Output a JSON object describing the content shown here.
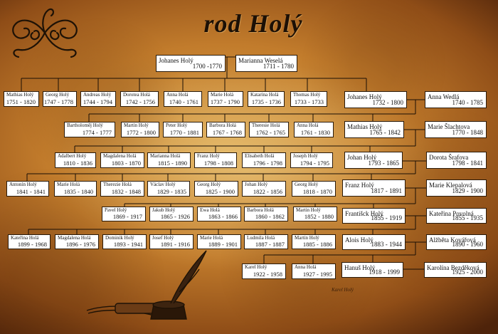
{
  "title": "rod Holý",
  "signature": "Karel Holý",
  "persons": [
    {
      "id": "johanes-1700",
      "name": "Johanes  Holý",
      "dates": "1700 -1770"
    },
    {
      "id": "marianna-wesela",
      "name": "Marianna Weselá",
      "dates": "1711 - 1780"
    },
    {
      "id": "mathias-1751",
      "name": "Mathias Holý",
      "dates": "1751 - 1820"
    },
    {
      "id": "georg-1747",
      "name": "Georg Holý",
      "dates": "1747 - 1778"
    },
    {
      "id": "andreas-1744",
      "name": "Andreas Holý",
      "dates": "1744 - 1794"
    },
    {
      "id": "dorotea-1742",
      "name": "Dorotea Holá",
      "dates": "1742 - 1756"
    },
    {
      "id": "anna-1740",
      "name": "Anna Holá",
      "dates": "1740 - 1761"
    },
    {
      "id": "marie-1737",
      "name": "Marie Holá",
      "dates": "1737 - 1790"
    },
    {
      "id": "katarina-1735",
      "name": "Katarina Holá",
      "dates": "1735 - 1736"
    },
    {
      "id": "thomas-1733",
      "name": "Thomas Holý",
      "dates": "1733 - 1733"
    },
    {
      "id": "johanes-1732",
      "name": "Johanes Holý",
      "dates": "1732 - 1800"
    },
    {
      "id": "anna-wedla",
      "name": "Anna Wedlá",
      "dates": "1740 - 1785"
    },
    {
      "id": "bartolomej-1774",
      "name": "Bartholoměj Holý",
      "dates": "1774  - 1777"
    },
    {
      "id": "martin-1772",
      "name": "Martin Holý",
      "dates": "1772 - 1800"
    },
    {
      "id": "peter-1770",
      "name": "Peter  Holý",
      "dates": "1770 - 1881"
    },
    {
      "id": "barbora-1767",
      "name": "Barbora Holá",
      "dates": "1767 - 1768"
    },
    {
      "id": "therese-1762",
      "name": "Theresie Holá",
      "dates": "1762 - 1765"
    },
    {
      "id": "anna-1761",
      "name": "Anna Holá",
      "dates": "1761 - 1830"
    },
    {
      "id": "mathias-1765",
      "name": "Mathias Holý",
      "dates": "1765 - 1842"
    },
    {
      "id": "marie-slachtova",
      "name": "Marie Šlachtova",
      "dates": "1770 - 1848"
    },
    {
      "id": "adalbert-1810",
      "name": "Adalbert Holý",
      "dates": "1810 - 1836"
    },
    {
      "id": "magdalena-1803",
      "name": "Magdalena Holá",
      "dates": "1803 - 1870"
    },
    {
      "id": "marianna-1815",
      "name": "Marianna Holá",
      "dates": "1815 - 1890"
    },
    {
      "id": "franz-1798",
      "name": "Franz Holý",
      "dates": "1798 - 1808"
    },
    {
      "id": "elisabeth-1796",
      "name": "Elisabeth Holá",
      "dates": "1796 - 1798"
    },
    {
      "id": "joseph-1794",
      "name": "Joseph Holý",
      "dates": "1794 - 1795"
    },
    {
      "id": "johan-1793",
      "name": "Johan  Holý",
      "dates": "1793 - 1865"
    },
    {
      "id": "dorota-srafova",
      "name": "Dorota Šrafova",
      "dates": "1798 - 1841"
    },
    {
      "id": "antonin-1841",
      "name": "Antonín Holý",
      "dates": "1841 - 1841"
    },
    {
      "id": "marie-1835",
      "name": "Marie Holá",
      "dates": "1835 - 1840"
    },
    {
      "id": "terezie-1832",
      "name": "Therezie Holá",
      "dates": "1832 - 1848"
    },
    {
      "id": "vaclav-1829",
      "name": "Václav Holý",
      "dates": "1829 - 1835"
    },
    {
      "id": "georg-1825",
      "name": "Georg Holý",
      "dates": "1825 - 1900"
    },
    {
      "id": "johan-1822",
      "name": "Johan Holý",
      "dates": "1822 - 1856"
    },
    {
      "id": "georg-1818",
      "name": "Georg Holý",
      "dates": "1818 - 1870"
    },
    {
      "id": "franz-1817",
      "name": "Franz Holý",
      "dates": "1817 - 1891"
    },
    {
      "id": "marie-klepalova",
      "name": "Marie Klepalová",
      "dates": "1829 - 1900"
    },
    {
      "id": "pavel-1869",
      "name": "Pavel Holý",
      "dates": "1869 - 1917"
    },
    {
      "id": "jakub-1865",
      "name": "Jakub Holý",
      "dates": "1865 - 1926"
    },
    {
      "id": "ewa-1863",
      "name": "Ewa Holá",
      "dates": "1863 - 1866"
    },
    {
      "id": "barbora-1860",
      "name": "Barbora Holá",
      "dates": "1860 - 1862"
    },
    {
      "id": "martin-1852",
      "name": "Martin Holý",
      "dates": "1852 - 1880"
    },
    {
      "id": "frantisek-1855",
      "name": "Františck Holý",
      "dates": "1855 - 1919"
    },
    {
      "id": "katerina-povolna",
      "name": "Kateřina Povolná",
      "dates": "1855 - 1935"
    },
    {
      "id": "katerina-1899",
      "name": "Kateřina Holá",
      "dates": "1899 - 1968"
    },
    {
      "id": "magdalena-1896",
      "name": "Magdalena Holá",
      "dates": "1896 - 1976"
    },
    {
      "id": "dominik-1893",
      "name": "Dominik Holý",
      "dates": "1893 - 1941"
    },
    {
      "id": "josef-1891",
      "name": "Josef Holý",
      "dates": "1891 - 1916"
    },
    {
      "id": "marie-1889",
      "name": "Marie Holá",
      "dates": "1889 - 1901"
    },
    {
      "id": "ludmila-1887",
      "name": "Ludmila Holá",
      "dates": "1887 - 1887"
    },
    {
      "id": "martin-1885",
      "name": "Martin Holý",
      "dates": "1885 - 1886"
    },
    {
      "id": "alois-1883",
      "name": "Alois Holý",
      "dates": "1883 - 1944"
    },
    {
      "id": "alzbeta-kovarova",
      "name": "Alžběta Kovářová",
      "dates": "1890 - 1960"
    },
    {
      "id": "karel-1922",
      "name": "Karel Holý",
      "dates": "1922 - 1958"
    },
    {
      "id": "anna-1927",
      "name": "Anna Holá",
      "dates": "1927 - 1995"
    },
    {
      "id": "hanus-1918",
      "name": "Hanuš Holý",
      "dates": "1918 - 1999"
    },
    {
      "id": "karolina-bezdekova",
      "name": "Karolína Bezděková",
      "dates": "1925 - 2000"
    }
  ]
}
